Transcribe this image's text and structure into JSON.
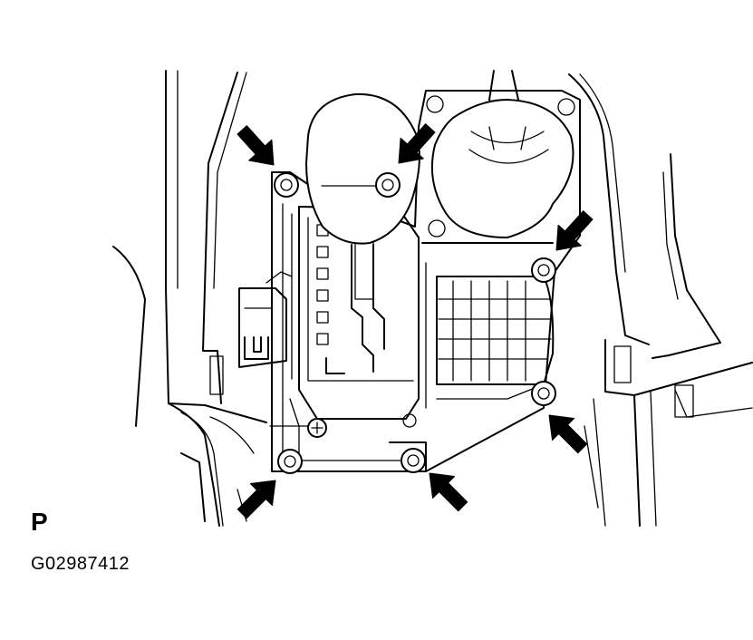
{
  "labels": {
    "view_label": "P",
    "figure_id": "G02987412"
  },
  "icons": {
    "bolt": "bolt-icon",
    "arrow": "pointer-arrow-icon"
  },
  "colors": {
    "line": "#000000",
    "background": "#ffffff"
  },
  "bolt_count": 6,
  "arrow_count": 6
}
